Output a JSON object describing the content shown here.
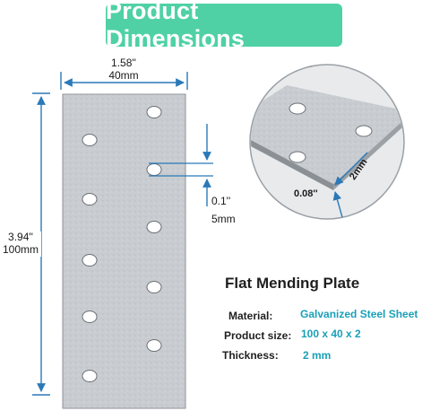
{
  "title": "Product Dimensions",
  "dimensions": {
    "width_in": "1.58''",
    "width_mm": "40mm",
    "height_in": "3.94''",
    "height_mm": "100mm",
    "hole_spacing_in": "0.1''",
    "hole_spacing_mm": "5mm",
    "detail_thickness_in": "0.08''",
    "detail_thickness_mm": "2mm"
  },
  "product": {
    "name": "Flat Mending Plate",
    "specs": [
      {
        "label": "Material:",
        "value": "Galvanized Steel Sheet"
      },
      {
        "label": "Product size:",
        "value": "100 x 40 x 2"
      },
      {
        "label": "Thickness:",
        "value": "2 mm"
      }
    ]
  },
  "colors": {
    "title_badge": "#4fd1a5",
    "dimension_arrow": "#2a79b8",
    "spec_value": "#1aa0b8",
    "plate": "#c9cdd1"
  }
}
